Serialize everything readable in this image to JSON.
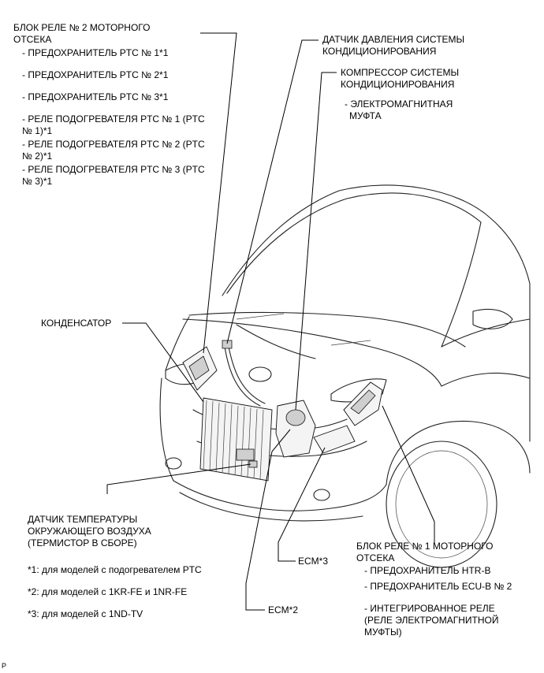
{
  "relay_block_2": {
    "title_line1": "БЛОК РЕЛЕ № 2 МОТОРНОГО",
    "title_line2": "ОТСЕКА",
    "items": [
      "- ПРЕДОХРАНИТЕЛЬ PTC № 1*1",
      "- ПРЕДОХРАНИТЕЛЬ PTC № 2*1",
      "- ПРЕДОХРАНИТЕЛЬ PTC № 3*1",
      "- РЕЛЕ ПОДОГРЕВАТЕЛЯ PTC № 1 (PTC",
      "№ 1)*1",
      "- РЕЛЕ ПОДОГРЕВАТЕЛЯ PTC № 2 (PTC",
      "№ 2)*1",
      "- РЕЛЕ ПОДОГРЕВАТЕЛЯ PTC № 3 (PTC",
      "№ 3)*1"
    ]
  },
  "pressure_sensor": {
    "line1": "ДАТЧИК ДАВЛЕНИЯ СИСТЕМЫ",
    "line2": "КОНДИЦИОНИРОВАНИЯ"
  },
  "compressor": {
    "line1": "КОМПРЕССОР СИСТЕМЫ",
    "line2": "КОНДИЦИОНИРОВАНИЯ",
    "sub1": "- ЭЛЕКТРОМАГНИТНАЯ",
    "sub2": "МУФТА"
  },
  "condenser": "КОНДЕНСАТОР",
  "ambient_sensor": {
    "line1": "ДАТЧИК ТЕМПЕРАТУРЫ",
    "line2": "ОКРУЖАЮЩЕГО ВОЗДУХА",
    "line3": "(ТЕРМИСТОР В СБОРЕ)"
  },
  "footnotes": {
    "n1": "*1: для моделей с подогревателем PTC",
    "n2": "*2: для моделей с 1KR-FE и 1NR-FE",
    "n3": "*3: для моделей с 1ND-TV"
  },
  "ecm3": "ECM*3",
  "ecm2": "ECM*2",
  "relay_block_1": {
    "title_line1": "БЛОК РЕЛЕ № 1 МОТОРНОГО",
    "title_line2": "ОТСЕКА",
    "items": [
      "- ПРЕДОХРАНИТЕЛЬ HTR-B",
      "- ПРЕДОХРАНИТЕЛЬ ECU-B № 2",
      "- ИНТЕГРИРОВАННОЕ РЕЛЕ",
      "(РЕЛЕ ЭЛЕКТРОМАГНИТНОЙ",
      "МУФТЫ)"
    ]
  },
  "corner_mark": "P"
}
